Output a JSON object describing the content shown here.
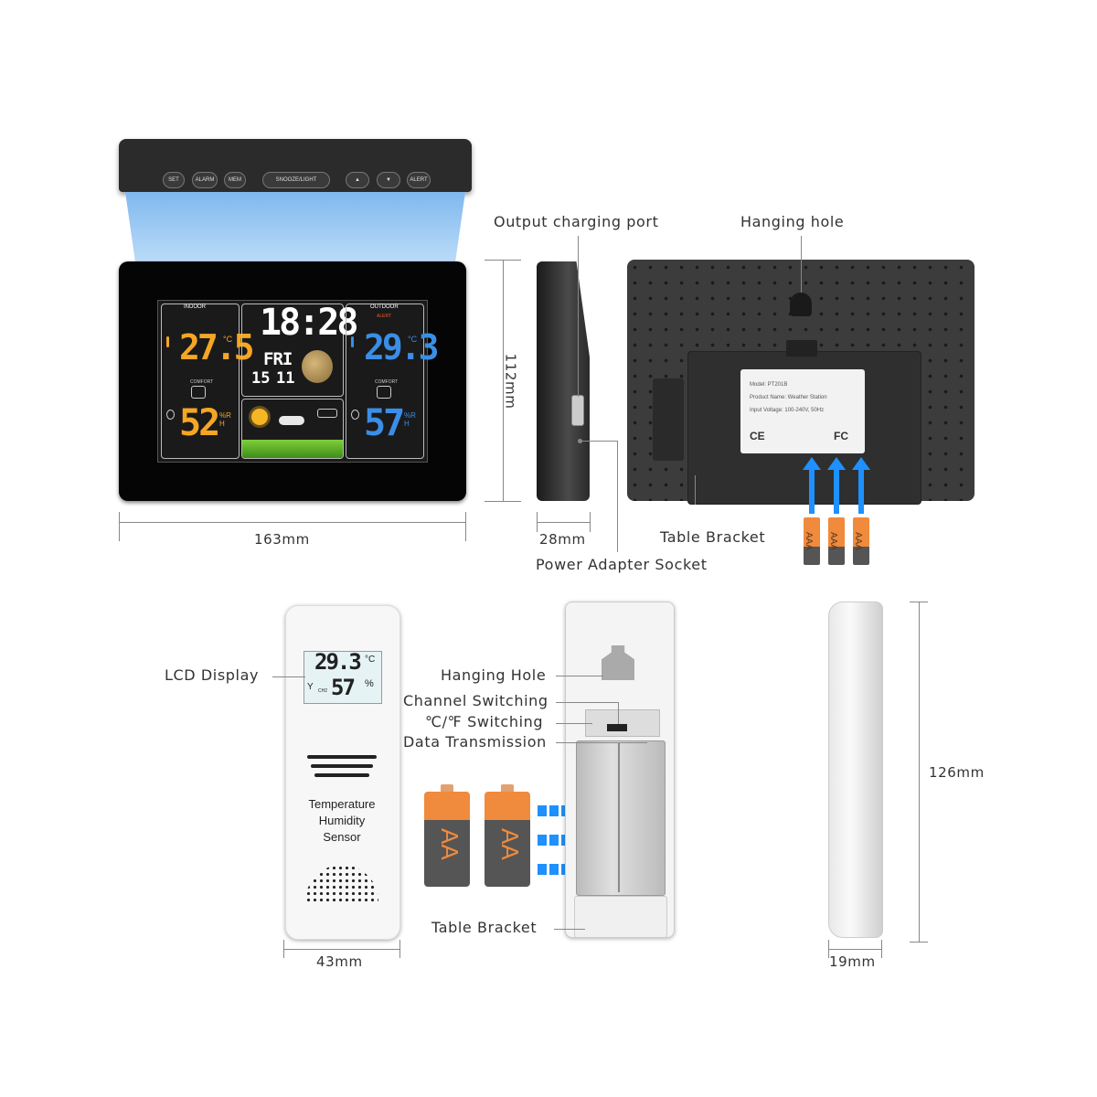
{
  "top_device": {
    "buttons": [
      "SET",
      "ALARM",
      "MEM",
      "SNOOZE/LIGHT",
      "▲",
      "▼",
      "ALERT"
    ],
    "indoor_label": "INDOOR",
    "outdoor_label": "OUTDOOR",
    "time": "18:28",
    "day": "FRI",
    "date_left": "15",
    "date_right": "11",
    "indoor_temp": "27.5",
    "indoor_hum": "52",
    "outdoor_temp": "29.3",
    "outdoor_hum": "57",
    "comfort_label": "COMFORT",
    "alert_label": "ALERT",
    "unit_c": "°C",
    "unit_rh": "%RH"
  },
  "labels": {
    "output_charging_port": "Output charging port",
    "hanging_hole": "Hanging hole",
    "table_bracket_top": "Table Bracket",
    "power_adapter_socket": "Power Adapter Socket",
    "lcd_display": "LCD Display",
    "hanging_hole_sensor": "Hanging Hole",
    "channel_switching": "Channel Switching",
    "cf_switching": "℃/℉ Switching",
    "data_transmission": "Data Transmission",
    "table_bracket_bottom": "Table Bracket"
  },
  "dimensions": {
    "width_main": "163mm",
    "height_main": "112mm",
    "depth_main": "28mm",
    "width_sensor": "43mm",
    "height_sensor": "126mm",
    "depth_sensor": "19mm"
  },
  "back_plate": {
    "model": "Model: PT201B",
    "product_name": "Product Name: Weather Station",
    "input_voltage": "Input Voltage: 100-240V, 50Hz"
  },
  "batteries": {
    "aaa": "AAA",
    "aa": "AA"
  },
  "sensor": {
    "lcd_temp": "29.3",
    "lcd_hum": "57",
    "lcd_unit_c": "°C",
    "lcd_unit_pct": "%",
    "lcd_channel": "CH2",
    "label_line1": "Temperature",
    "label_line2": "Humidity",
    "label_line3": "Sensor"
  },
  "colors": {
    "indoor_digits": "#f5a623",
    "outdoor_digits": "#3a8ee6",
    "blue_arrow": "#1e90ff",
    "battery_orange": "#f08a3c"
  }
}
